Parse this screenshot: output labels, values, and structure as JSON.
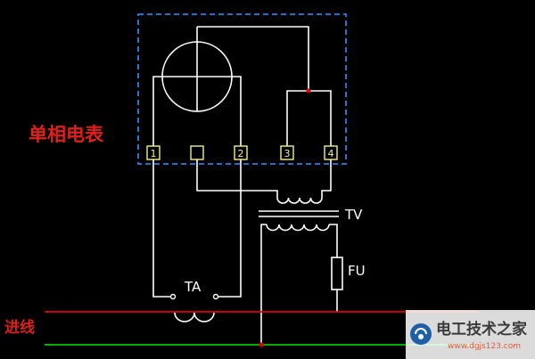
{
  "labels": {
    "meter_title": "单相电表",
    "incoming_line": "进线",
    "tv": "TV",
    "ta": "TA",
    "fu": "FU"
  },
  "terminals": [
    "1",
    "",
    "2",
    "3",
    "4"
  ],
  "watermark": {
    "title": "电工技术之家",
    "url": "www.dgjs123.com"
  },
  "colors": {
    "background": "#000000",
    "wire": "#ffffff",
    "meter_box_border": "#2f7fe0",
    "meter_title": "#e0201a",
    "incoming_line_label": "#e0201a",
    "terminal": "#f2f27a",
    "live_line": "#e00000",
    "neutral_line": "#00c800"
  }
}
